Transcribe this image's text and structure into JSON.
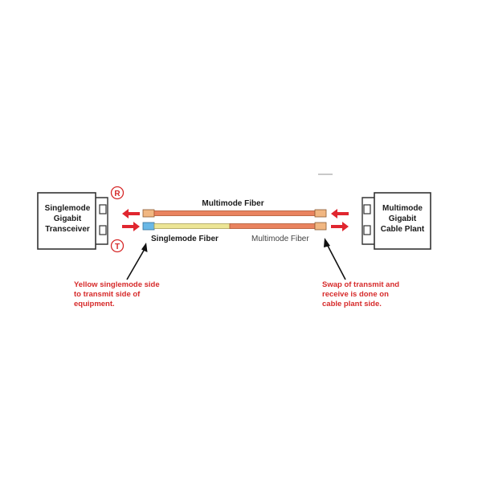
{
  "left_device": {
    "lines": [
      "Singlemode",
      "Gigabit",
      "Transceiver"
    ]
  },
  "right_device": {
    "lines": [
      "Multimode",
      "Gigabit",
      "Cable Plant"
    ]
  },
  "port_markers": {
    "receive": "R",
    "transmit": "T"
  },
  "fibers": {
    "top_label": "Multimode Fiber",
    "bottom_left_label": "Singlemode Fiber",
    "bottom_right_label": "Multimode Fiber"
  },
  "notes": {
    "left": [
      "Yellow singlemode side",
      "to transmit side of",
      "equipment."
    ],
    "right": [
      "Swap of transmit and",
      "receive is done on",
      "cable plant side."
    ]
  },
  "colors": {
    "multimode_fiber": "#e9835f",
    "singlemode_fiber": "#ece596",
    "singlemode_connector": "#69b8e6",
    "multimode_connector": "#f1b782",
    "arrow_red": "#e0262f",
    "note_red": "#d62a2a"
  }
}
